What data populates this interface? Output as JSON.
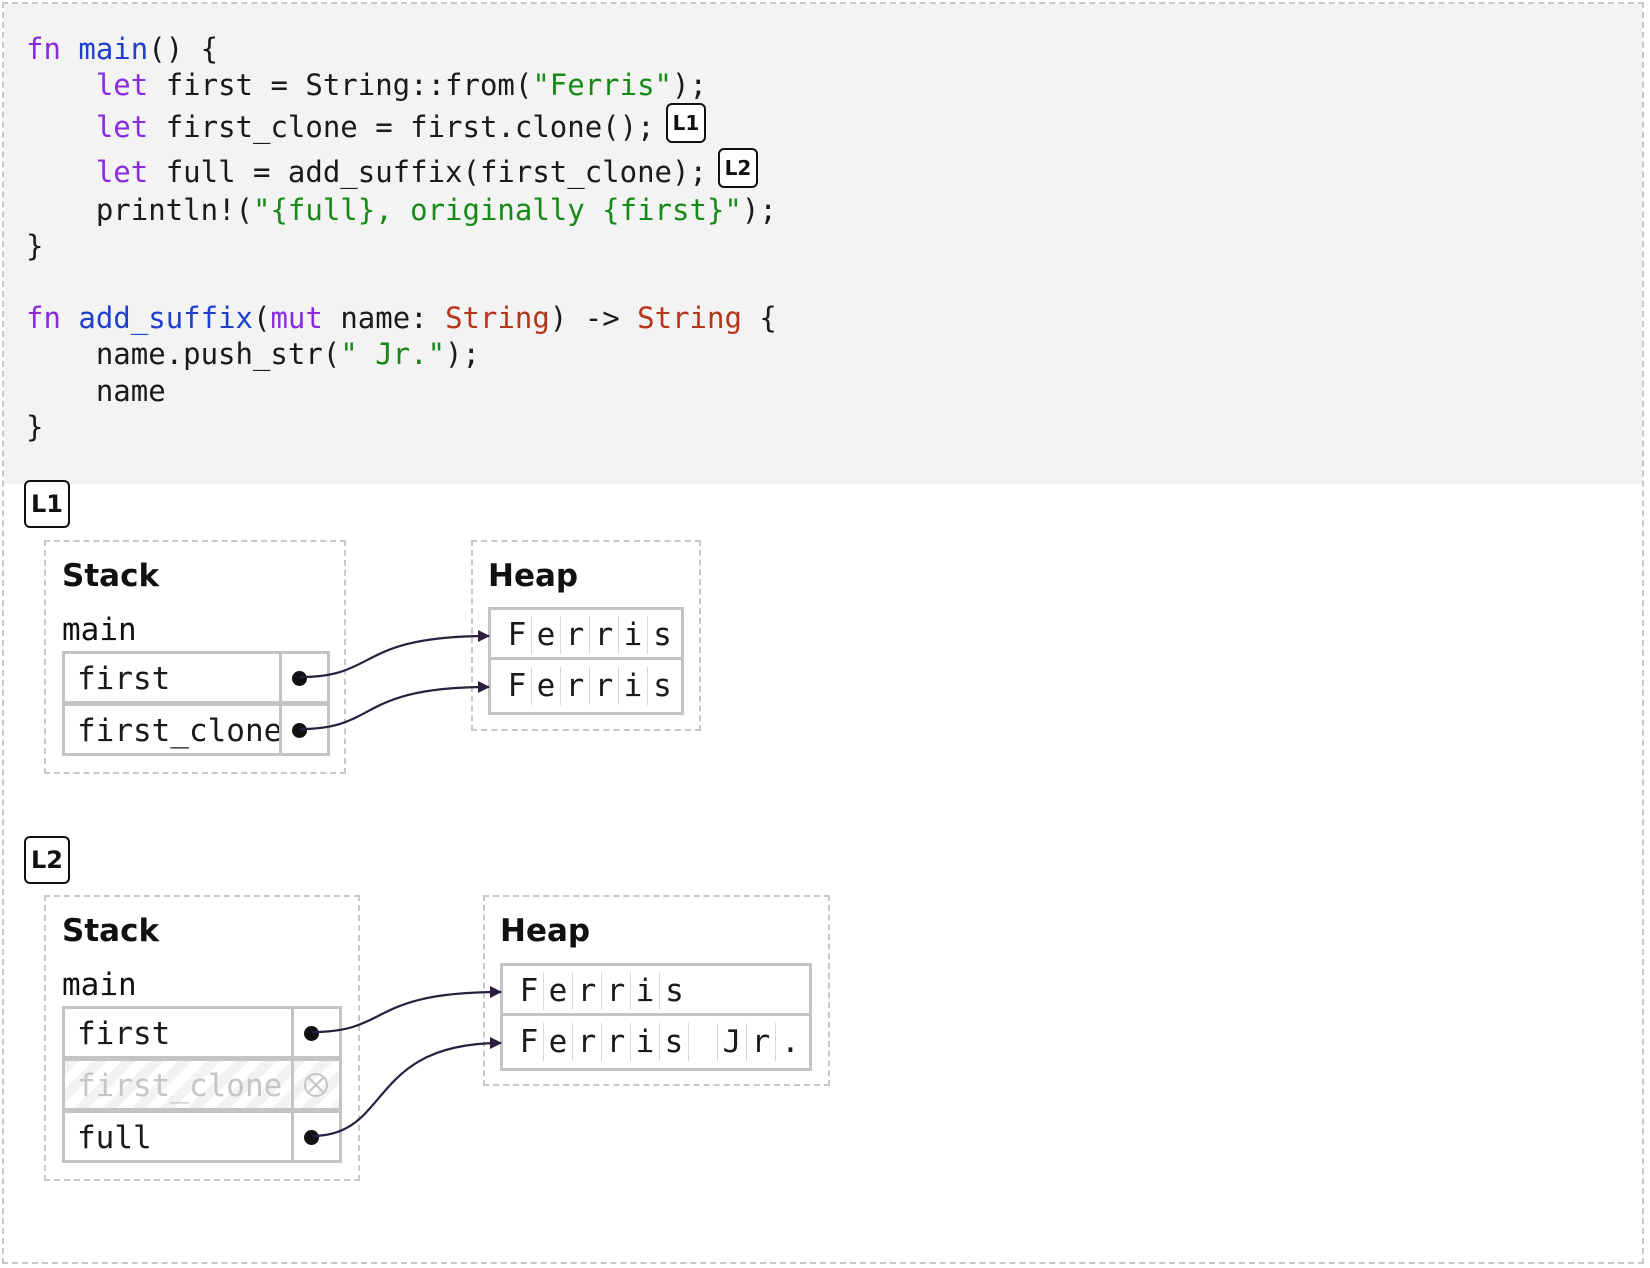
{
  "code": {
    "lines": [
      [
        {
          "t": "fn ",
          "c": "kw"
        },
        {
          "t": "main",
          "c": "fn"
        },
        {
          "t": "() {"
        }
      ],
      [
        {
          "t": "    "
        },
        {
          "t": "let",
          "c": "kw"
        },
        {
          "t": " first = String::from("
        },
        {
          "t": "\"Ferris\"",
          "c": "st"
        },
        {
          "t": ");"
        }
      ],
      [
        {
          "t": "    "
        },
        {
          "t": "let",
          "c": "kw"
        },
        {
          "t": " first_clone = first.clone();"
        }
      ],
      [
        {
          "t": "    "
        },
        {
          "t": "let",
          "c": "kw"
        },
        {
          "t": " full = add_suffix(first_clone);"
        }
      ],
      [
        {
          "t": "    println!("
        },
        {
          "t": "\"{full}, originally {first}\"",
          "c": "st"
        },
        {
          "t": ");"
        }
      ],
      [
        {
          "t": "}"
        }
      ],
      [
        {
          "t": "fn ",
          "c": "kw"
        },
        {
          "t": "add_suffix",
          "c": "fn"
        },
        {
          "t": "("
        },
        {
          "t": "mut",
          "c": "kw"
        },
        {
          "t": " name: "
        },
        {
          "t": "String",
          "c": "ty"
        },
        {
          "t": ") -> "
        },
        {
          "t": "String",
          "c": "ty"
        },
        {
          "t": " {"
        }
      ],
      [
        {
          "t": "    name.push_str("
        },
        {
          "t": "\" Jr.\"",
          "c": "st"
        },
        {
          "t": ");"
        }
      ],
      [
        {
          "t": "    name"
        }
      ],
      [
        {
          "t": "}"
        }
      ]
    ],
    "inline_badges": [
      "L1",
      "L2"
    ]
  },
  "steps": [
    {
      "label": "L1",
      "stack_title": "Stack",
      "frame_name": "main",
      "vars": [
        {
          "name": "first",
          "state": "pointer"
        },
        {
          "name": "first_clone",
          "state": "pointer"
        }
      ],
      "heap_title": "Heap",
      "heap": [
        {
          "chars": [
            "F",
            "e",
            "r",
            "r",
            "i",
            "s"
          ]
        },
        {
          "chars": [
            "F",
            "e",
            "r",
            "r",
            "i",
            "s"
          ]
        }
      ]
    },
    {
      "label": "L2",
      "stack_title": "Stack",
      "frame_name": "main",
      "vars": [
        {
          "name": "first",
          "state": "pointer"
        },
        {
          "name": "first_clone",
          "state": "dropped"
        },
        {
          "name": "full",
          "state": "pointer"
        }
      ],
      "heap_title": "Heap",
      "heap": [
        {
          "chars": [
            "F",
            "e",
            "r",
            "r",
            "i",
            "s"
          ]
        },
        {
          "chars": [
            "F",
            "e",
            "r",
            "r",
            "i",
            "s",
            " ",
            "J",
            "r",
            "."
          ]
        }
      ]
    }
  ],
  "colors": {
    "code_bg": "#f3f3f3",
    "keyword": "#8a2be2",
    "function": "#1f3fd1",
    "type": "#b5361b",
    "string": "#168a16",
    "arrow": "#2a1f3d"
  },
  "icons": {
    "pointer": "dot-icon",
    "dropped": "circle-x-icon"
  }
}
